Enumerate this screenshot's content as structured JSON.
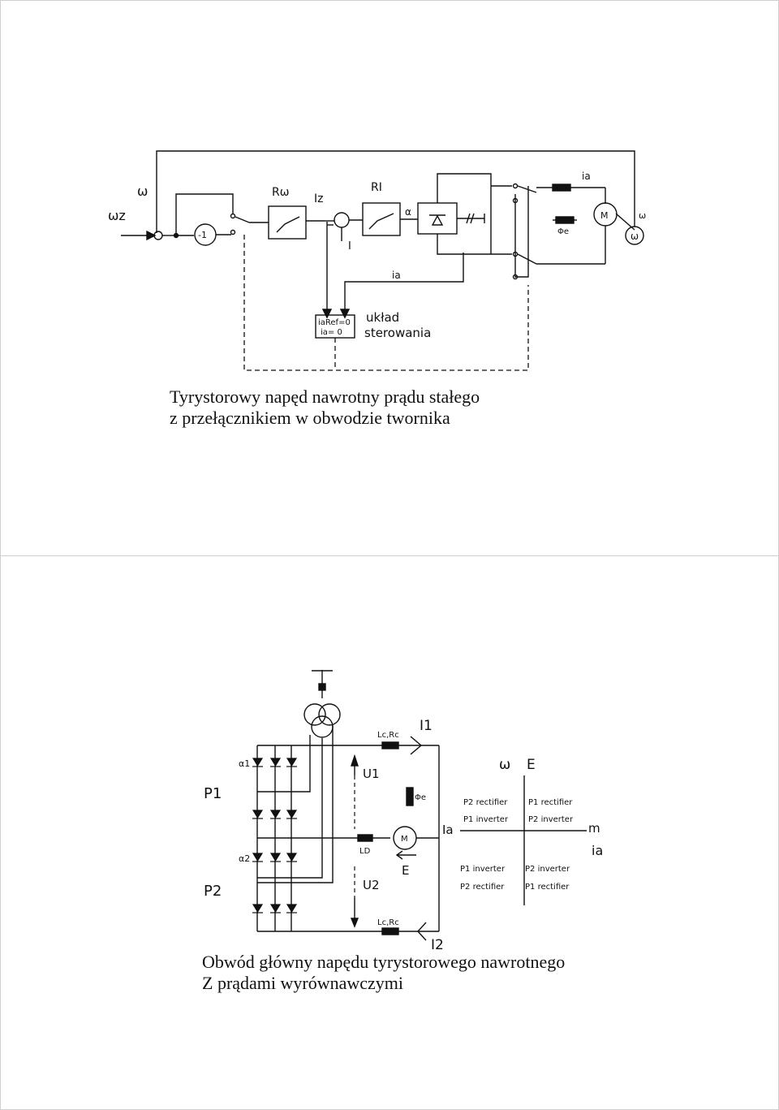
{
  "page1": {
    "caption_line1": "Tyrystorowy napęd nawrotny prądu stałego",
    "caption_line2": "z przełącznikiem w obwodzie twornika",
    "labels": {
      "omega": "ω",
      "omega_z": "ωz",
      "minus_one": "-1",
      "r_omega": "Rω",
      "i_z": "Iz",
      "r_i": "RI",
      "i_feedback": "I",
      "alpha": "α",
      "i_a_top": "ia",
      "i_a_mid": "ia",
      "motor": "M",
      "phi_e": "Φe",
      "omega_side": "ω",
      "tacho": "ω",
      "control_line1": "iaRef=0",
      "control_line2": "ia= 0",
      "control_title1": "układ",
      "control_title2": "sterowania"
    }
  },
  "page2": {
    "caption_line1": "Obwód główny napędu tyrystorowego nawrotnego",
    "caption_line2": "Z prądami wyrównawczymi",
    "labels": {
      "p1": "P1",
      "p2": "P2",
      "a1": "α1",
      "a2": "α2",
      "lc_rc_top": "Lc,Rc",
      "lc_rc_bottom": "Lc,Rc",
      "i1": "I1",
      "i2": "I2",
      "u1": "U1",
      "u2": "U2",
      "ld": "LD",
      "motor": "M",
      "emf": "E",
      "phi_e": "Φe",
      "omega": "ω",
      "e_axis": "E",
      "ia_axis": "Ia",
      "m_axis": "m",
      "ia_axis2": "ia",
      "q1_line1": "P2 rectifier",
      "q1_line2": "P1 inverter",
      "q2_line1": "P1 rectifier",
      "q2_line2": "P2 inverter",
      "q3_line1": "P1 inverter",
      "q3_line2": "P2 rectifier",
      "q4_line1": "P2 inverter",
      "q4_line2": "P1 rectifier"
    }
  }
}
